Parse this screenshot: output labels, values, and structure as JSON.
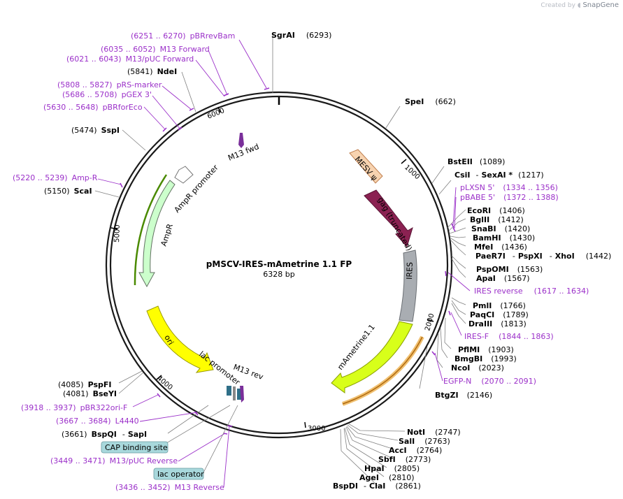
{
  "brand": {
    "prefix": "Created by",
    "name": "SnapGene"
  },
  "plasmid": {
    "name": "pMSCV-IRES-mAmetrine 1.1 FP",
    "size": "6328 bp"
  },
  "ticks": [
    "1000",
    "2000",
    "3000",
    "4000",
    "5000",
    "6000"
  ],
  "features": {
    "mesv": "MESV ψ",
    "gag": "gag (truncated)",
    "ires": "IRES",
    "mametrine": "mAmetrine1.1",
    "ori": "ori",
    "ampr": "AmpR",
    "ampr_promoter": "AmpR promoter",
    "m13fwd": "M13 fwd",
    "m13rev": "M13 rev",
    "lac_promoter": "lac promoter"
  },
  "sites": [
    {
      "name": "SgrAI",
      "pos": "(6293)"
    },
    {
      "name": "SpeI",
      "pos": "(662)"
    },
    {
      "name": "BstEII",
      "pos": "(1089)"
    },
    {
      "name": "CsiI",
      "sep": "-",
      "name2": "SexAI *",
      "pos": "(1217)"
    },
    {
      "name": "EcoRI",
      "pos": "(1406)"
    },
    {
      "name": "BglII",
      "pos": "(1412)"
    },
    {
      "name": "SnaBI",
      "pos": "(1420)"
    },
    {
      "name": "BamHI",
      "pos": "(1430)"
    },
    {
      "name": "MfeI",
      "pos": "(1436)"
    },
    {
      "name": "PaeR7I",
      "sep": "-",
      "name2": "PspXI",
      "sep2": "-",
      "name3": "XhoI",
      "pos": "(1442)"
    },
    {
      "name": "PspOMI",
      "pos": "(1563)"
    },
    {
      "name": "ApaI",
      "pos": "(1567)"
    },
    {
      "name": "PmlI",
      "pos": "(1766)"
    },
    {
      "name": "PaqCI",
      "pos": "(1789)"
    },
    {
      "name": "DraIII",
      "pos": "(1813)"
    },
    {
      "name": "PflMI",
      "pos": "(1903)"
    },
    {
      "name": "BmgBI",
      "pos": "(1993)"
    },
    {
      "name": "NcoI",
      "pos": "(2023)"
    },
    {
      "name": "BtgZI",
      "pos": "(2146)"
    },
    {
      "name": "NotI",
      "pos": "(2747)"
    },
    {
      "name": "SalI",
      "pos": "(2763)"
    },
    {
      "name": "AccI",
      "pos": "(2764)"
    },
    {
      "name": "SbfI",
      "pos": "(2773)"
    },
    {
      "name": "HpaI",
      "pos": "(2805)"
    },
    {
      "name": "AgeI",
      "pos": "(2810)"
    },
    {
      "name": "BspDI",
      "sep": "-",
      "name2": "ClaI",
      "pos": "(2861)"
    },
    {
      "name": "BspQI",
      "sep": "-",
      "name2": "SapI",
      "pos": "(3661)"
    },
    {
      "name": "BseYI",
      "pos": "(4081)"
    },
    {
      "name": "PspFI",
      "pos": "(4085)"
    },
    {
      "name": "ScaI",
      "pos": "(5150)"
    },
    {
      "name": "SspI",
      "pos": "(5474)"
    },
    {
      "name": "NdeI",
      "pos": "(5841)"
    }
  ],
  "primers": [
    {
      "name": "pBRrevBam",
      "pos": "(6251 .. 6270)"
    },
    {
      "name": "M13 Forward",
      "pos": "(6035 .. 6052)"
    },
    {
      "name": "M13/pUC Forward",
      "pos": "(6021 .. 6043)"
    },
    {
      "name": "pRS-marker",
      "pos": "(5808 .. 5827)"
    },
    {
      "name": "pGEX 3'",
      "pos": "(5686 .. 5708)"
    },
    {
      "name": "pBRforEco",
      "pos": "(5630 .. 5648)"
    },
    {
      "name": "Amp-R",
      "pos": "(5220 .. 5239)"
    },
    {
      "name": "pLXSN 5'",
      "pos": "(1334 .. 1356)"
    },
    {
      "name": "pBABE 5'",
      "pos": "(1372 .. 1388)"
    },
    {
      "name": "IRES reverse",
      "pos": "(1617 .. 1634)"
    },
    {
      "name": "IRES-F",
      "pos": "(1844 .. 1863)"
    },
    {
      "name": "EGFP-N",
      "pos": "(2070 .. 2091)"
    },
    {
      "name": "pBR322ori-F",
      "pos": "(3918 .. 3937)"
    },
    {
      "name": "L4440",
      "pos": "(3667 .. 3684)"
    },
    {
      "name": "M13/pUC Reverse",
      "pos": "(3449 .. 3471)"
    },
    {
      "name": "M13 Reverse",
      "pos": "(3436 .. 3452)"
    }
  ],
  "boxes": [
    "CAP binding site",
    "lac operator"
  ],
  "colors": {
    "primer": "#9b30c9",
    "backbone": "#1a1a1a",
    "mesv": "#f7d3b0",
    "gag": "#8b2252",
    "ires": "#a9adb2",
    "mametrine": "#d8ff1a",
    "ori": "#ffff00",
    "ampr": "#ccffcc",
    "box": "#a8d8dc",
    "egfp": "#f0c070"
  }
}
